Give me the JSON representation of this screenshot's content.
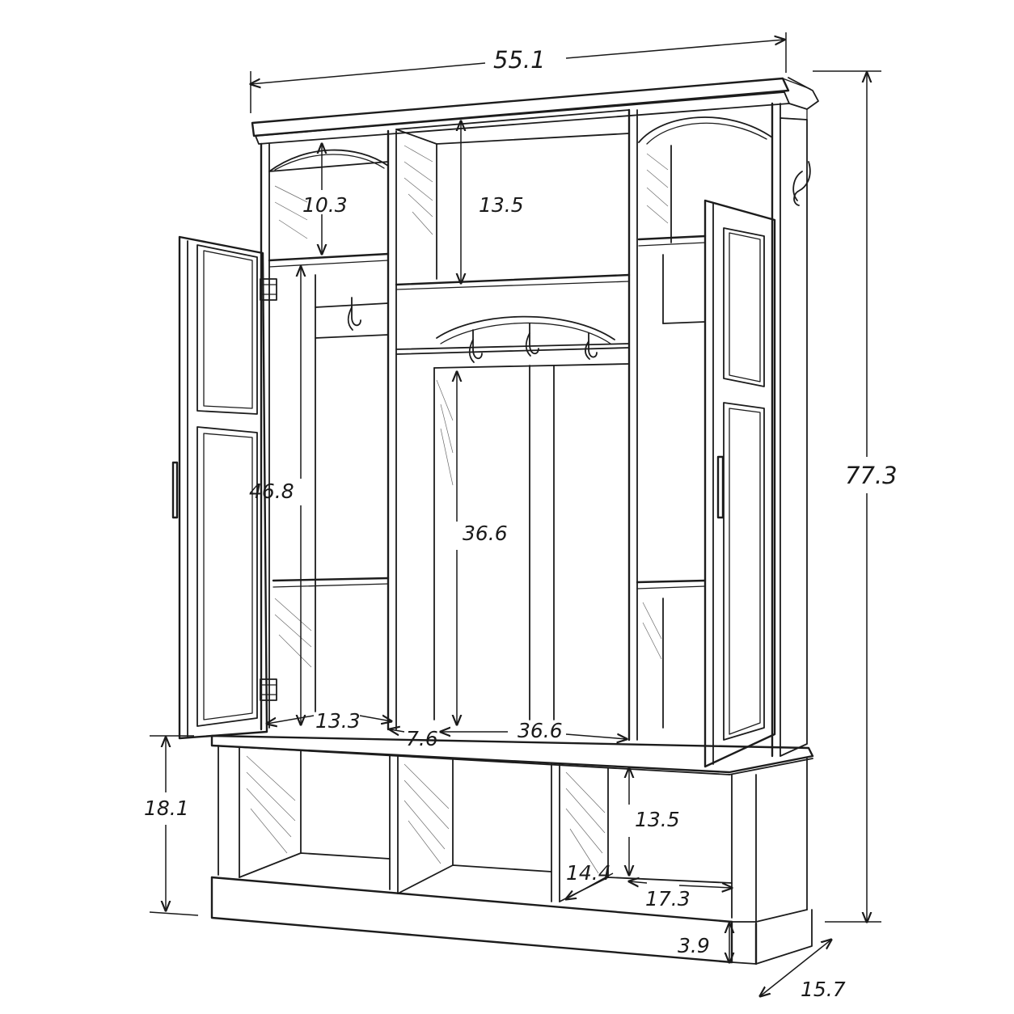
{
  "colors": {
    "ink": "#1c1c1c",
    "hatch": "#6b6b6b",
    "paper": "#ffffff"
  },
  "dimensions": {
    "overall_width": "55.1",
    "overall_height": "77.3",
    "depth": "15.7",
    "top_cubby_height": "13.5",
    "side_top_shelf_height": "10.3",
    "side_section_height": "46.8",
    "center_hanging_height": "36.6",
    "side_section_width": "13.3",
    "divider_width": "7.6",
    "center_width": "36.6",
    "bench_height": "18.1",
    "cubby_height": "13.5",
    "cubby_depth": "14.4",
    "cubby_width": "17.3",
    "base_height": "3.9"
  },
  "icons": {
    "hook": "coat-hook-icon",
    "hinge": "door-hinge-icon",
    "handle": "door-handle-icon"
  }
}
